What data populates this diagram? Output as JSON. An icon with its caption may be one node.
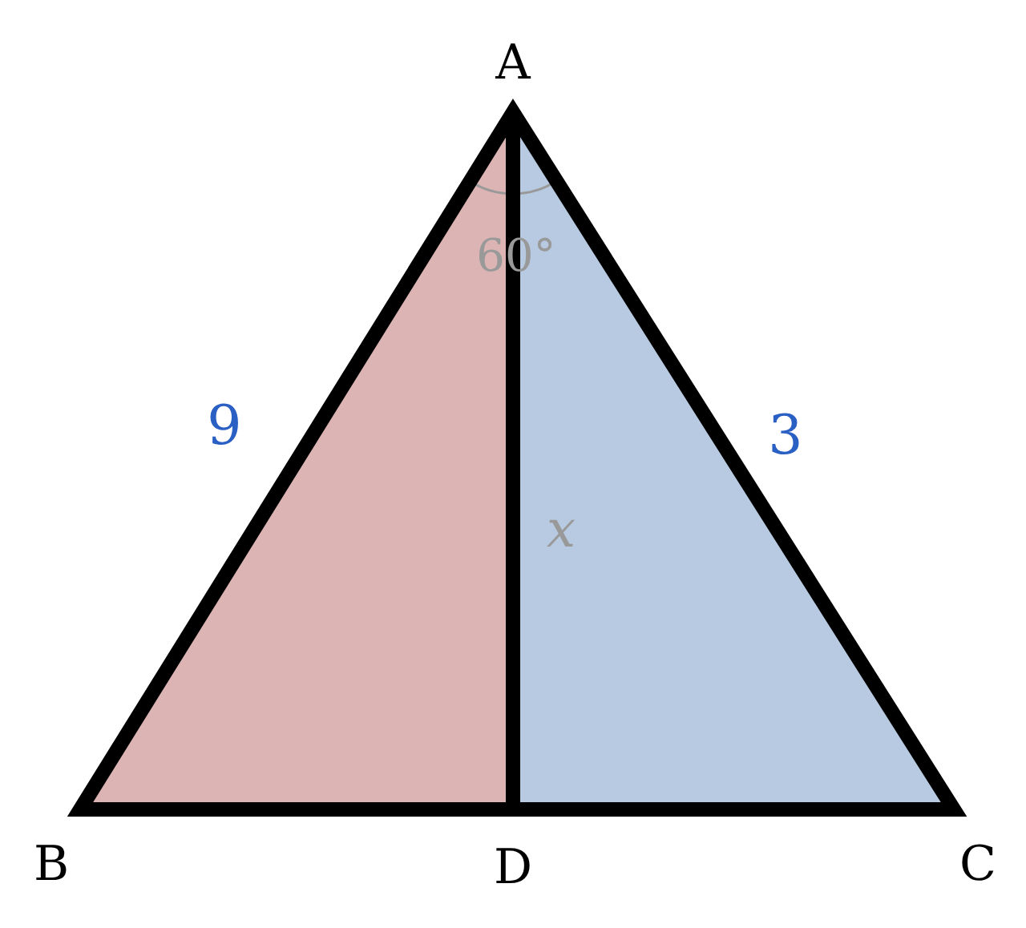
{
  "diagram": {
    "labels": [
      "A",
      "60°",
      "9",
      "3",
      "x",
      "B",
      "D",
      "C"
    ]
  }
}
